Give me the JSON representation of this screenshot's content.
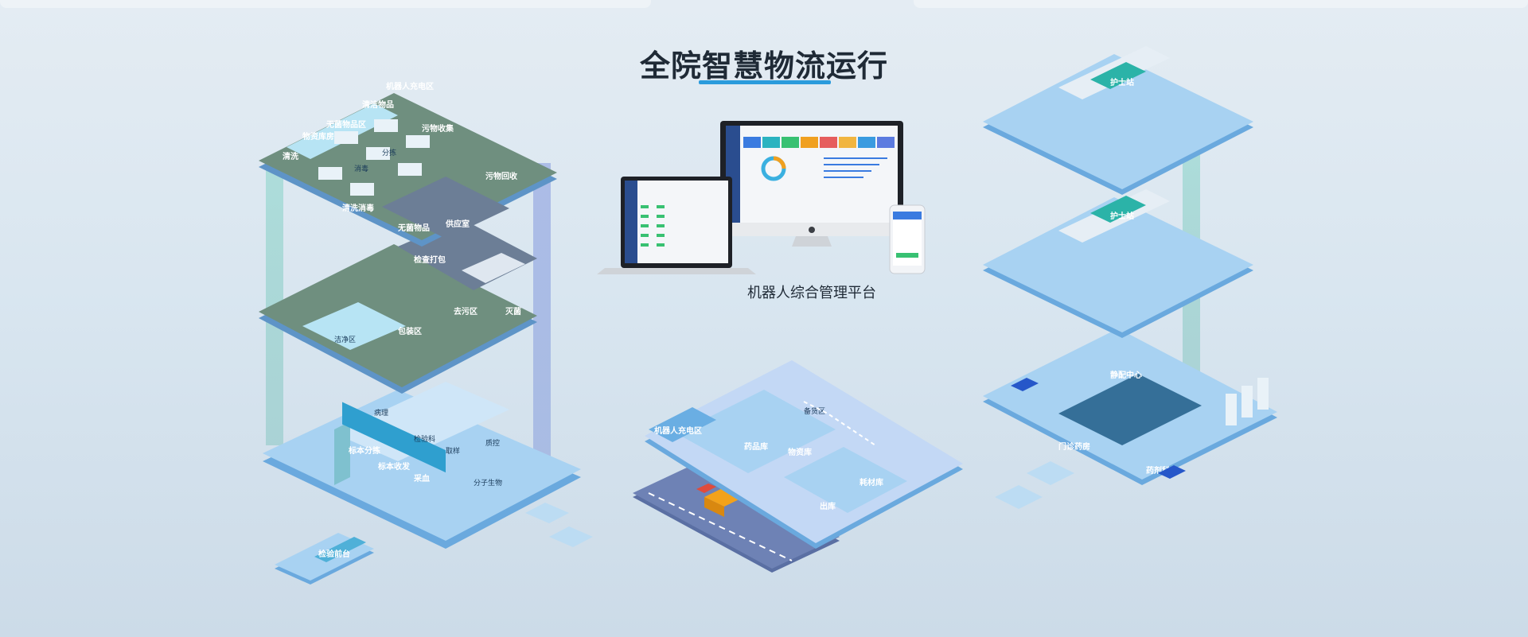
{
  "heading": {
    "title": "全院智慧物流运行",
    "platform_caption": "机器人综合管理平台"
  },
  "colors": {
    "accent": "#2b9bdc",
    "floor_blue": "#9cc9ec",
    "floor_green": "#6f8f7f",
    "floor_slate": "#6c7e96",
    "road": "#5a6fa3"
  },
  "left_building": {
    "top_floor_labels": [
      "机器人充电区",
      "清洁物品",
      "无菌物品区",
      "物资库房",
      "污物收集",
      "污物回收",
      "无菌物品",
      "供应室",
      "清洗",
      "分拣",
      "清洗消毒",
      "消毒"
    ],
    "middle_floor_labels": [
      "检查打包",
      "去污区",
      "包装区",
      "洁净区",
      "灭菌"
    ],
    "ground_floor_labels": [
      "标本分拣",
      "标本收发",
      "采血",
      "检验科",
      "取样",
      "分子生物",
      "病理",
      "质控",
      "检验前台"
    ]
  },
  "center_warehouse": {
    "labels": [
      "机器人充电区",
      "药品库",
      "物资库",
      "耗材库",
      "备货区",
      "出库"
    ]
  },
  "right_building": {
    "upper_floor_labels": [
      "护士站",
      "护士站"
    ],
    "ground_floor_labels": [
      "静配中心",
      "药剂科",
      "门诊药房"
    ]
  }
}
